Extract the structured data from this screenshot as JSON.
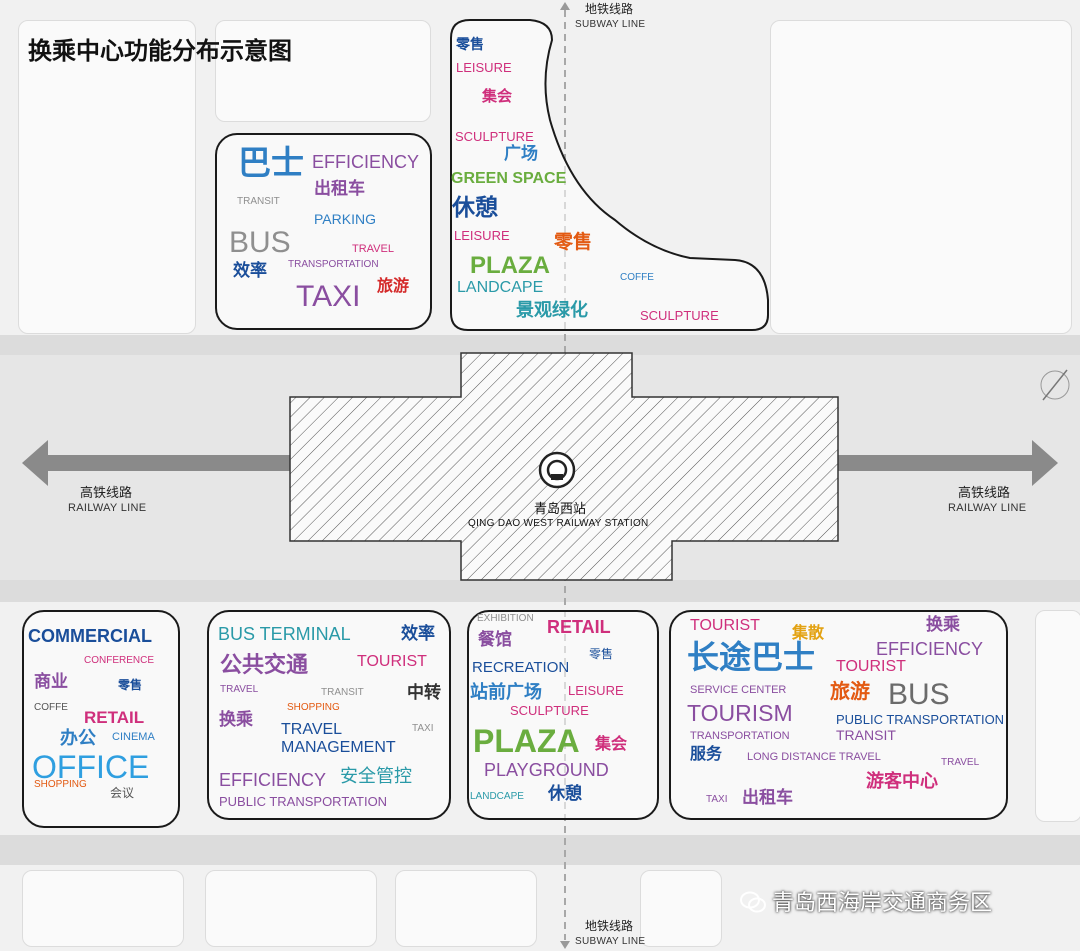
{
  "title": "换乘中心功能分布示意图",
  "subway": {
    "cn": "地铁线路",
    "en": "SUBWAY LINE"
  },
  "railway": {
    "cn": "高铁线路",
    "en": "RAILWAY LINE"
  },
  "station": {
    "cn": "青岛西站",
    "en": "QING DAO WEST RAILWAY STATION"
  },
  "watermark": "青岛西海岸交通商务区",
  "colors": {
    "blue": "#2f7fc4",
    "purple": "#8a4ea0",
    "magenta": "#cf2f7c",
    "green": "#6aad3f",
    "orange": "#e35a12",
    "teal": "#2a9aa8",
    "gray": "#8f8f8f",
    "navy": "#1a4e9a",
    "red": "#d42a2a"
  },
  "zones": {
    "north_left": [
      "巴士",
      "EFFICIENCY",
      "出租车",
      "TRANSIT",
      "PARKING",
      "BUS",
      "TRAVEL",
      "效率",
      "TRANSPORTATION",
      "TAXI",
      "旅游"
    ],
    "north_right": [
      "零售",
      "LEISURE",
      "集会",
      "SCULPTURE",
      "广场",
      "GREEN SPACE",
      "休憩",
      "LEISURE",
      "零售",
      "PLAZA",
      "LANDCAPE",
      "COFFE",
      "景观绿化",
      "SCULPTURE"
    ],
    "south_1": [
      "COMMERCIAL",
      "CONFERENCE",
      "商业",
      "零售",
      "COFFE",
      "RETAIL",
      "办公",
      "CINEMA",
      "OFFICE",
      "SHOPPING",
      "会议"
    ],
    "south_2": [
      "BUS TERMINAL",
      "效率",
      "公共交通",
      "TOURIST",
      "TRAVEL",
      "TRANSIT",
      "中转",
      "SHOPPING",
      "换乘",
      "TRAVEL",
      "TAXI",
      "MANAGEMENT",
      "EFFICIENCY",
      "安全管控",
      "PUBLIC TRANSPORTATION"
    ],
    "south_3": [
      "EXHIBITION",
      "餐馆",
      "RETAIL",
      "零售",
      "RECREATION",
      "站前广场",
      "LEISURE",
      "SCULPTURE",
      "PLAZA",
      "集会",
      "PLAYGROUND",
      "LANDCAPE",
      "休憩"
    ],
    "south_4": [
      "TOURIST",
      "集散",
      "换乘",
      "EFFICIENCY",
      "长途巴士",
      "TOURIST",
      "SERVICE CENTER",
      "旅游",
      "BUS",
      "TOURISM",
      "PUBLIC TRANSPORTATION",
      "TRANSPORTATION",
      "TRANSIT",
      "服务",
      "LONG DISTANCE TRAVEL",
      "TRAVEL",
      "游客中心",
      "TAXI",
      "出租车"
    ]
  }
}
